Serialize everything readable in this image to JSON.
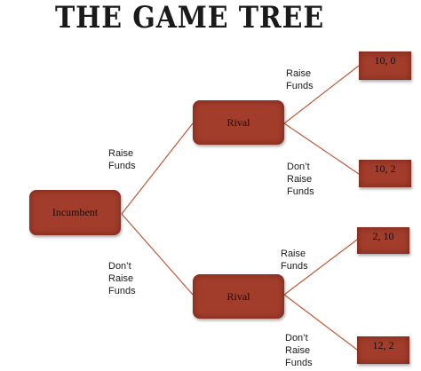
{
  "title": "THE GAME TREE",
  "colors": {
    "node_fill": "#a23d2b",
    "edge": "#c0583a"
  },
  "nodes": {
    "incumbent": "Incumbent",
    "rival_top": "Rival",
    "rival_bottom": "Rival"
  },
  "edges": {
    "inc_to_rival_top": [
      "Raise",
      "Funds"
    ],
    "inc_to_rival_bottom": [
      "Don’t",
      "Raise",
      "Funds"
    ],
    "rt_to_leaf1": [
      "Raise",
      "Funds"
    ],
    "rt_to_leaf2": [
      "Don’t",
      "Raise",
      "Funds"
    ],
    "rb_to_leaf3": [
      "Raise",
      "Funds"
    ],
    "rb_to_leaf4": [
      "Don’t",
      "Raise",
      "Funds"
    ]
  },
  "payoffs": [
    "10, 0",
    "10, 2",
    "2, 10",
    "12, 2"
  ]
}
